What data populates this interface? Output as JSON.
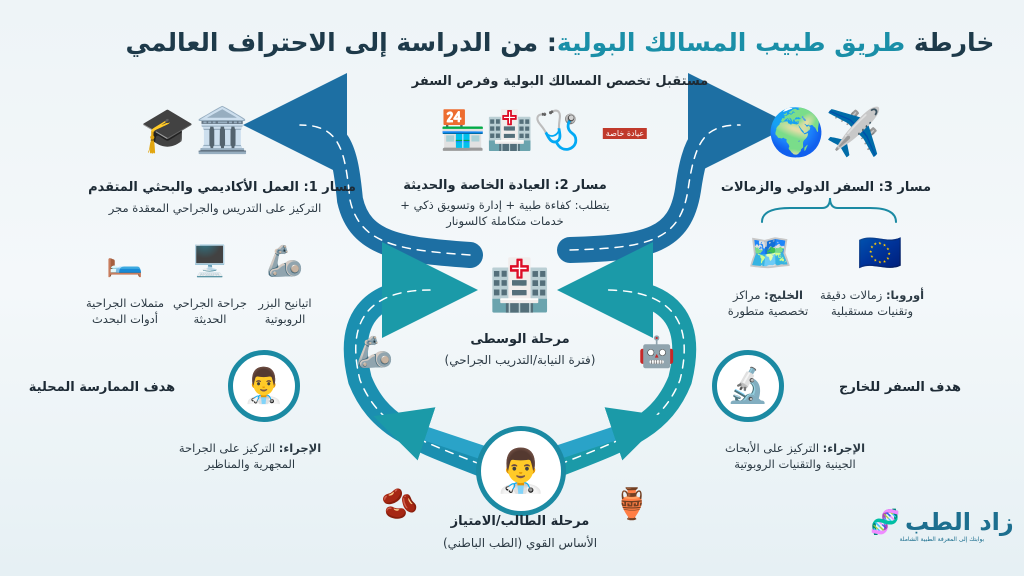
{
  "title": {
    "part1": "خارطة ",
    "accent": "طريق طبيب المسالك البولية",
    "part2": ": من الدراسة إلى الاحتراف العالمي"
  },
  "subtitle": "مستقبل تخصص المسالك البولية وفرص السفر",
  "path1": {
    "title": "مسار 1: العمل الأكاديمي والبحثي المتقدم",
    "desc": "التركيز على التدريس والجراحي المعقدة مجر",
    "items": [
      {
        "label1": "اتيانيح البزر",
        "label2": "الروبوتية",
        "icon": "robotic-laser-icon"
      },
      {
        "label1": "جراحة الجراحي",
        "label2": "الحديثة",
        "icon": "surgical-robot-console-icon"
      },
      {
        "label1": "متملات الجراحية",
        "label2": "أدوات البحدث",
        "icon": "operating-table-icon"
      }
    ]
  },
  "path2": {
    "title": "مسار 2: العيادة الخاصة والحديثة",
    "line1": "يتطلب: كفاءة طبية + إدارة وتسويق ذكي +",
    "line2": "خدمات متكاملة كالسونار",
    "sign": "عيادة خاصة"
  },
  "path3": {
    "title": "مسار 3: السفر الدولي والزمالات",
    "europe": {
      "bold": "أوروبا:",
      "rest": " زمالات دقيقة",
      "line2": "وتقنيات مستقبلية"
    },
    "gulf": {
      "bold": "الخليج:",
      "rest": " مراكز",
      "line2": "تخصصية متطورة"
    }
  },
  "middle": {
    "title": "مرحلة الوسطى",
    "desc": "(فترة النيابة/التدريب الجراحي)"
  },
  "local": {
    "title": "هدف الممارسة المحلية",
    "bold": "الإجراء:",
    "rest": " التركيز على الجراحة",
    "line2": "المجهرية والمناظير"
  },
  "abroad": {
    "title": "هدف السفر للخارج",
    "bold": "الإجراء:",
    "rest": " التركيز على الأبحاث",
    "line2": "الجينية والتقنيات الروبوتية"
  },
  "student": {
    "title": "مرحلة الطالب/الامتياز",
    "desc": "الأساس القوي (الطب الباطني)"
  },
  "logo": {
    "name": "زاد الطب",
    "tagline": "بوابتك إلى المعرفة الطبية الشاملة"
  },
  "colors": {
    "road_blue": "#1d6fa3",
    "road_teal": "#1b9aa8",
    "title_accent": "#1a8fa8",
    "title_dark": "#1e3a4a"
  }
}
